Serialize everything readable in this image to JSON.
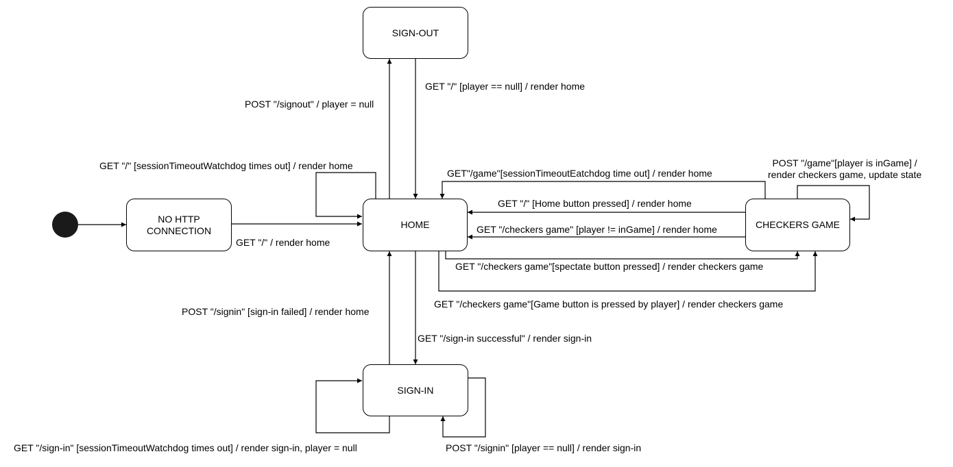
{
  "states": {
    "sign_out": "SIGN-OUT",
    "home": "HOME",
    "no_http": "NO HTTP\nCONNECTION",
    "checkers": "CHECKERS GAME",
    "sign_in": "SIGN-IN"
  },
  "transitions": {
    "signout_post": "POST \"/signout\" / player = null",
    "signout_get_home": "GET \"/\" [player == null] / render home",
    "home_timeout": "GET \"/\" [sessionTimeoutWatchdog times out] / render home",
    "nohttp_to_home": "GET \"/\" / render home",
    "game_timeout": "GET\"/game\"[sessionTimeoutEatchdog time out] / render home",
    "game_post_self": "POST \"/game\"[player is inGame] /\nrender checkers game, update state",
    "home_button": "GET \"/\" [Home button pressed] / render home",
    "not_in_game": "GET \"/checkers game\" [player != inGame] / render home",
    "spectate": "GET \"/checkers game\"[spectate button pressed] / render checkers game",
    "game_button": "GET \"/checkers game\"[Game button is pressed by player] / render checkers game",
    "signin_failed": "POST \"/signin\" [sign-in failed] / render home",
    "signin_success": "GET \"/sign-in successful\" / render sign-in",
    "signin_timeout": "GET \"/sign-in\" [sessionTimeoutWatchdog times out] / render sign-in, player = null",
    "signin_post_null": "POST \"/signin\" [player == null] / render sign-in"
  }
}
